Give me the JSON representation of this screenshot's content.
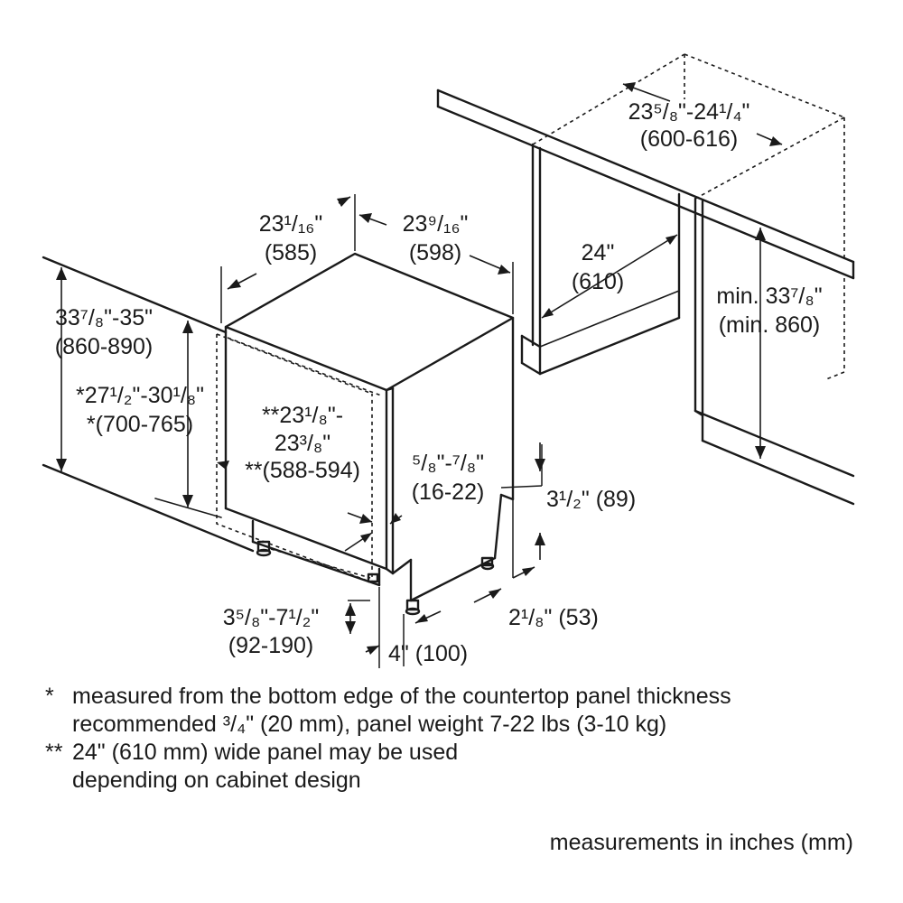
{
  "dimensions": {
    "cabinet_depth": {
      "text": "23⁵/₈\"-24¹/₄\"",
      "mm": "(600-616)"
    },
    "unit_depth": {
      "text": "23¹/₁₆\"",
      "mm": "(585)"
    },
    "unit_width": {
      "text": "23⁹/₁₆\"",
      "mm": "(598)"
    },
    "opening_width": {
      "text": "24\"",
      "mm": "(610)"
    },
    "opening_height": {
      "text": "min. 33⁷/₈\"",
      "mm": "(min. 860)"
    },
    "overall_height": {
      "text": "33⁷/₈\"-35\"",
      "mm": "(860-890)"
    },
    "panel_height": {
      "text": "*27¹/₂\"-30¹/₈\"",
      "mm": "*(700-765)"
    },
    "panel_width": {
      "text_1": "**23¹/₈\"-",
      "text_2": "23³/₈\"",
      "mm": "**(588-594)"
    },
    "panel_thickness": {
      "text": "⁵/₈\"-⁷/₈\"",
      "mm": "(16-22)"
    },
    "toe_kick_height": {
      "text": "3¹/₂\" (89)"
    },
    "toe_kick_depth": {
      "text": "2¹/₈\" (53)"
    },
    "leveling_height": {
      "text": "3⁵/₈\"-7¹/₂\"",
      "mm": "(92-190)"
    },
    "foot_setback": {
      "text": "4\" (100)"
    }
  },
  "notes": [
    {
      "mark": "*",
      "line_1": "measured from the bottom edge of the countertop panel thickness",
      "line_2": "recommended ³/₄\" (20 mm), panel weight 7-22 lbs (3-10 kg)"
    },
    {
      "mark": "**",
      "line_1": "24\" (610 mm) wide panel may be used",
      "line_2": "depending on cabinet design"
    }
  ],
  "units_note": "measurements in inches (mm)"
}
